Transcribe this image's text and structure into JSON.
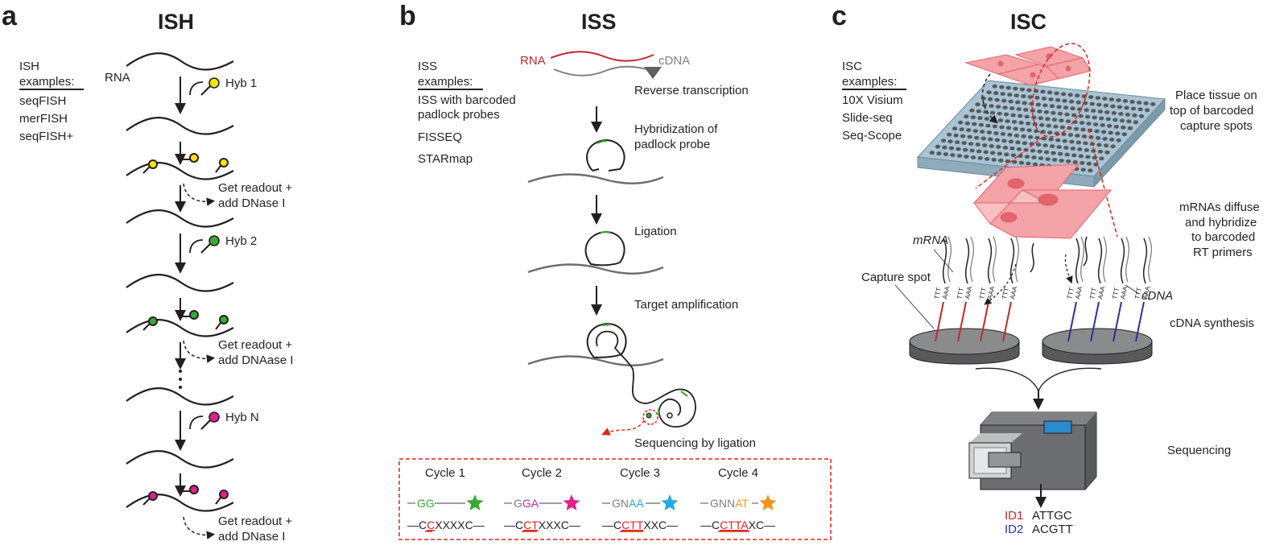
{
  "panels": {
    "a": {
      "letter": "a",
      "title": "ISH",
      "examples_header_line1": "ISH",
      "examples_header_line2": "examples:",
      "examples": [
        "seqFISH",
        "merFISH",
        "seqFISH+"
      ],
      "rna_label": "RNA",
      "hyb1": "Hyb 1",
      "hyb2": "Hyb 2",
      "hybN": "Hyb N",
      "readout1_line1": "Get readout +",
      "readout1_line2": "add DNase I",
      "readout2_line1": "Get readout +",
      "readout2_line2": "add DNAase I",
      "readout3_line1": "Get readout +",
      "readout3_line2": "add DNase I"
    },
    "b": {
      "letter": "b",
      "title": "ISS",
      "examples_header_line1": "ISS",
      "examples_header_line2": "examples:",
      "examples": [
        "ISS with barcoded",
        "padlock probes",
        "FISSEQ",
        "STARmap"
      ],
      "rna_label": "RNA",
      "cdna_label": "cDNA",
      "step_rt": "Reverse transcription",
      "step_hyb_line1": "Hybridization of",
      "step_hyb_line2": "padlock probe",
      "step_lig": "Ligation",
      "step_amp": "Target amplification",
      "step_seq": "Sequencing by ligation",
      "cycles": [
        {
          "label": "Cycle 1",
          "top_grey": "",
          "top_color_text": "GG",
          "top_color": "#3aaa35",
          "bottom_pre": "—C",
          "bottom_red": "C",
          "bottom_mid": "XXXX",
          "bottom_post": "C—",
          "star_color": "#3aaa35"
        },
        {
          "label": "Cycle 2",
          "top_grey": "G",
          "top_color_text": "GA",
          "top_color": "#e0218a",
          "bottom_pre": "—C",
          "bottom_red": "CT",
          "bottom_mid": "XXX",
          "bottom_post": "C—",
          "star_color": "#e0218a"
        },
        {
          "label": "Cycle 3",
          "top_grey": "GN",
          "top_color_text": "AA",
          "top_color": "#27a9e1",
          "bottom_pre": "—C",
          "bottom_red": "CTT",
          "bottom_mid": "XX",
          "bottom_post": "C—",
          "star_color": "#27a9e1"
        },
        {
          "label": "Cycle 4",
          "top_grey": "GNN",
          "top_color_text": "AT",
          "top_color": "#f7941d",
          "bottom_pre": "—C",
          "bottom_red": "CTTA",
          "bottom_mid": "X",
          "bottom_post": "C—",
          "star_color": "#f7941d"
        }
      ]
    },
    "c": {
      "letter": "c",
      "title": "ISC",
      "examples_header_line1": "ISC",
      "examples_header_line2": "examples:",
      "examples": [
        "10X Visium",
        "Slide-seq",
        "Seq-Scope"
      ],
      "step_place_line1": "Place tissue on",
      "step_place_line2": "top of barcoded",
      "step_place_line3": "capture spots",
      "step_diffuse_line1": "mRNAs diffuse",
      "step_diffuse_line2": "and hybridize",
      "step_diffuse_line3": "to barcoded",
      "step_diffuse_line4": "RT primers",
      "mrna_label": "mRNA",
      "capture_spot_label": "Capture spot",
      "cdna_label": "cDNA",
      "step_cdna": "cDNA synthesis",
      "step_seq": "Sequencing",
      "poly_a": "AAA",
      "poly_t": "TTT",
      "ids": [
        {
          "id": "ID1",
          "seq": "ATTGC",
          "color": "#c1272d"
        },
        {
          "id": "ID2",
          "seq": "ACGTT",
          "color": "#2e3192"
        }
      ]
    }
  },
  "colors": {
    "hyb1_dot": "#ffe500",
    "hyb2_dot": "#3aaa35",
    "hybN_dot": "#e0218a",
    "rna_red": "#c1272d",
    "cdna_grey": "#808080",
    "tissue_pink": "#f4a3a8",
    "slide_blue": "#a9c4d4",
    "dashed_red": "#e1251b",
    "primer_red": "#c1272d",
    "primer_blue": "#2e3192"
  }
}
